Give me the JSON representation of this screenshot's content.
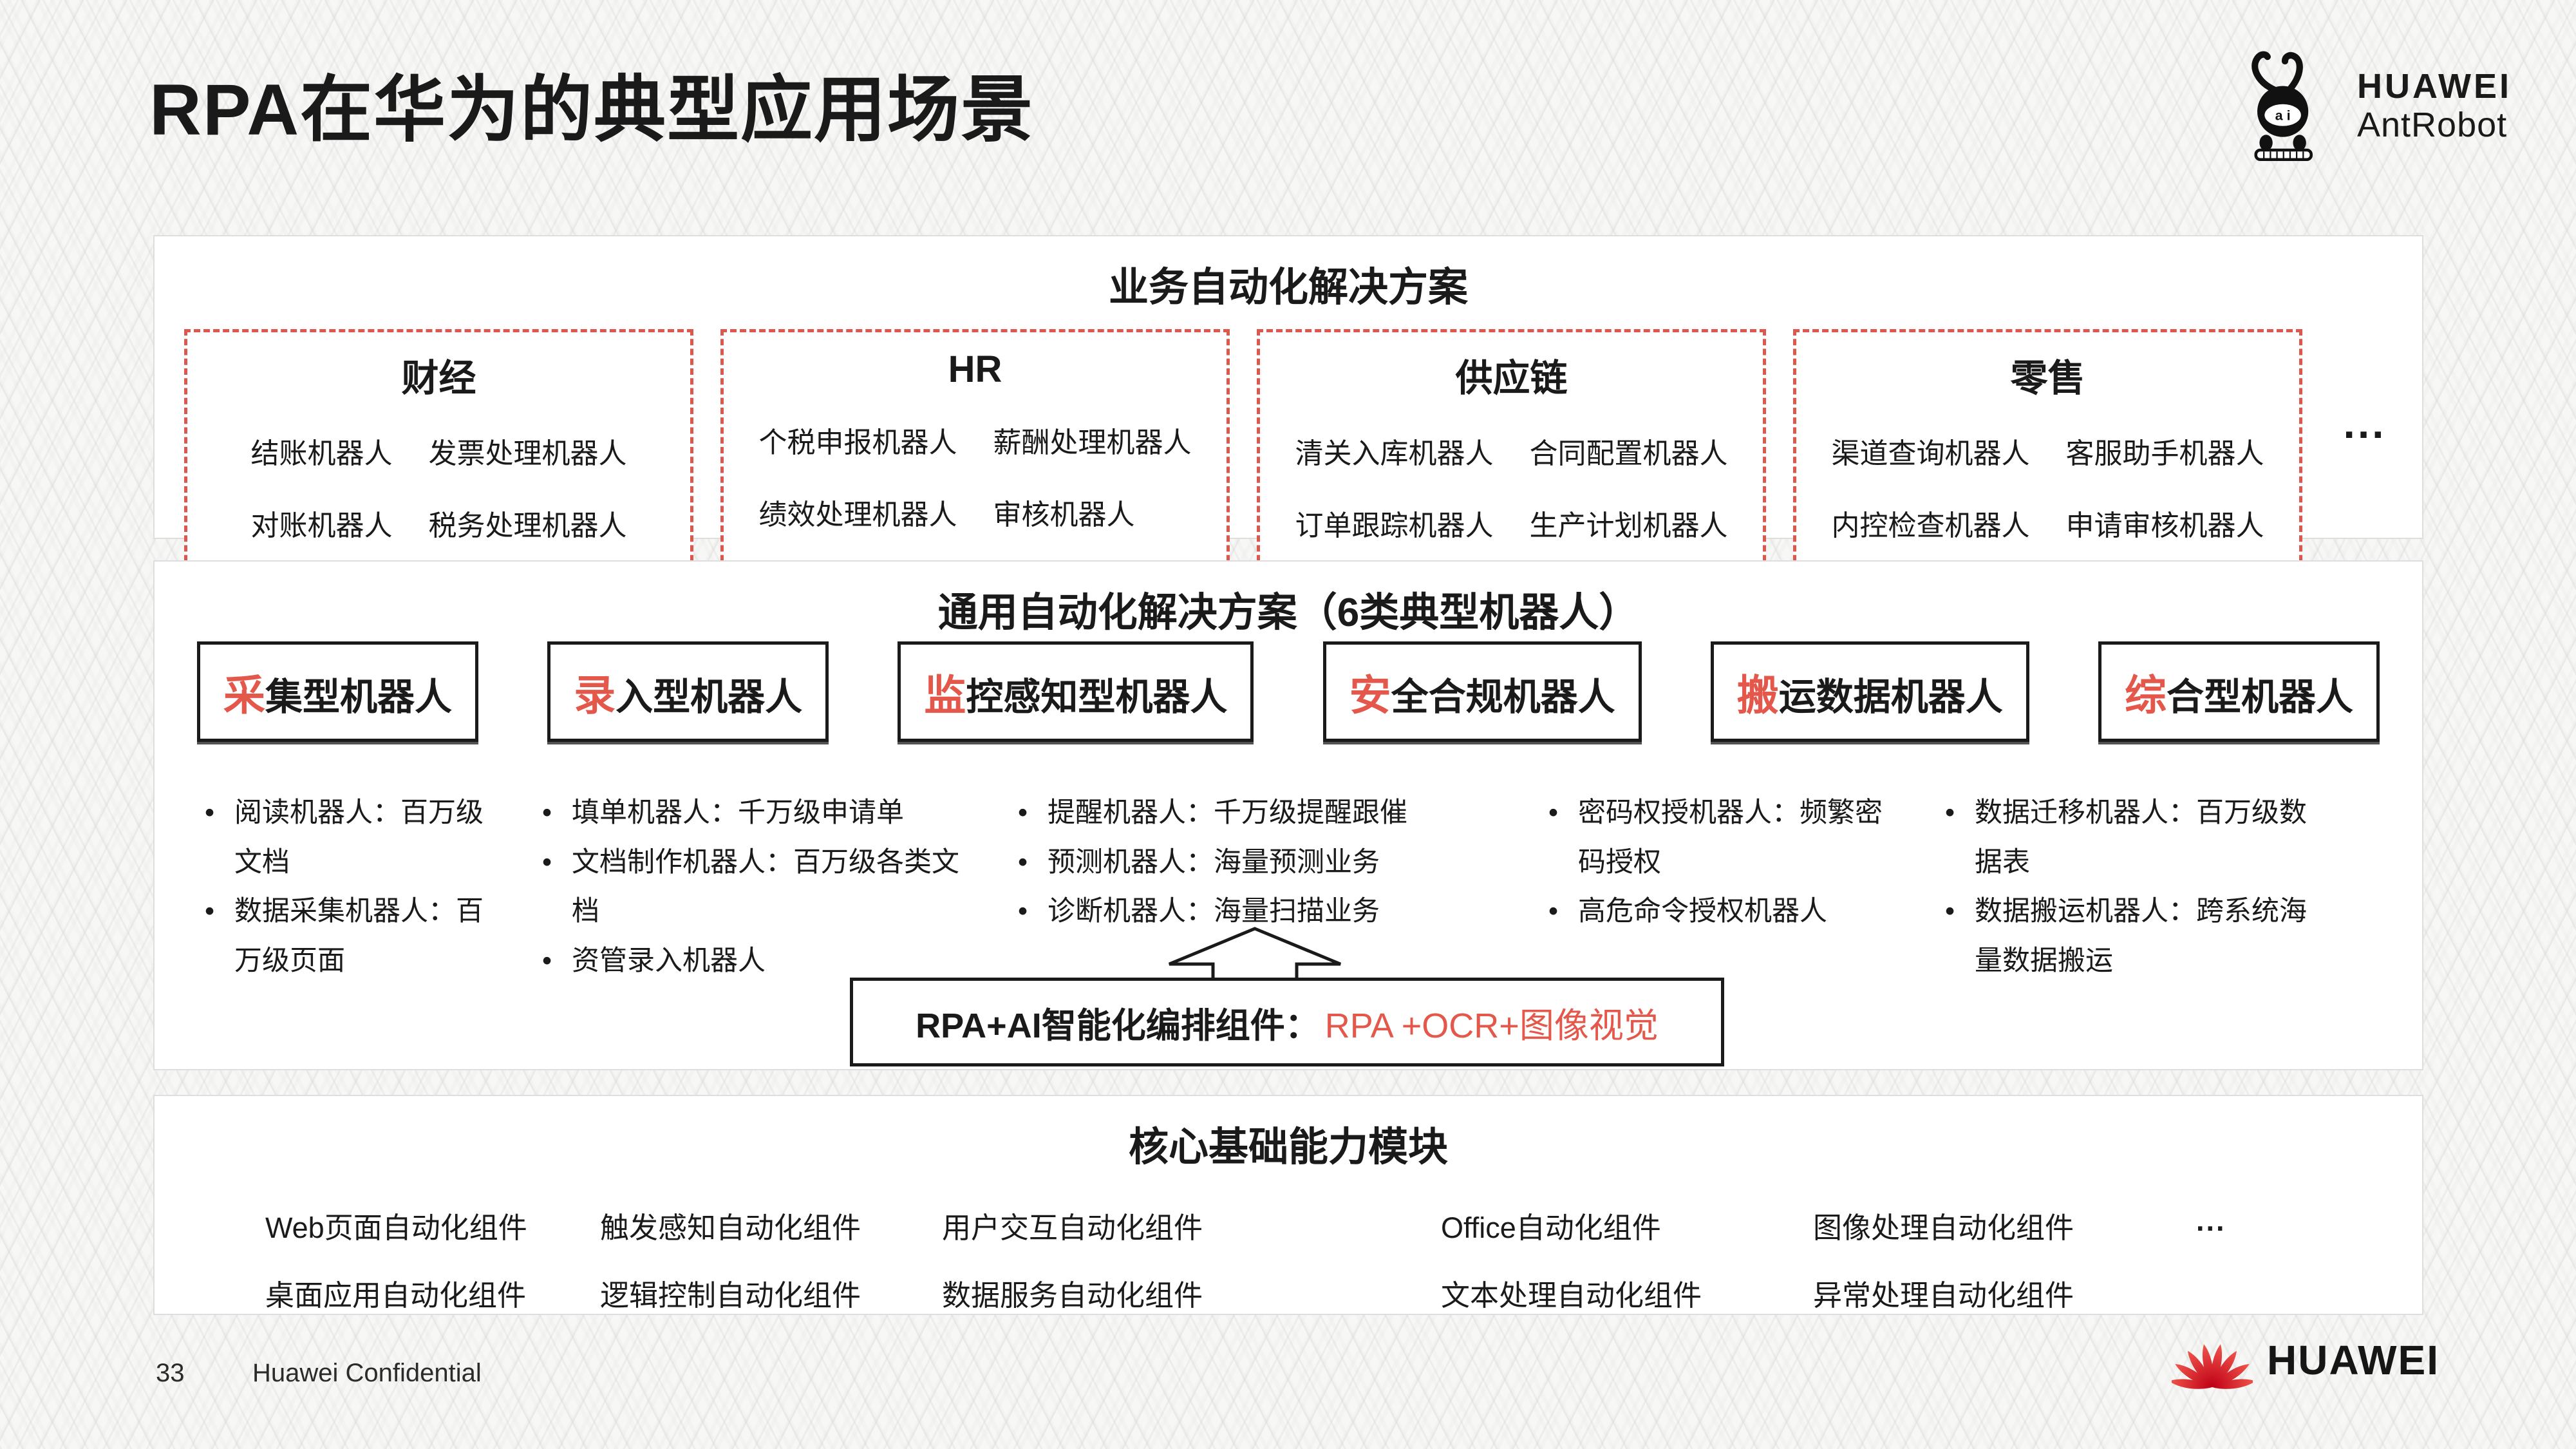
{
  "page": {
    "title": "RPA在华为的典型应用场景",
    "page_number": "33",
    "footer_note": "Huawei Confidential"
  },
  "logos": {
    "antrobot": {
      "line1": "HUAWEI",
      "line2": "AntRobot",
      "face_text": "a i"
    },
    "huawei": {
      "text": "HUAWEI"
    }
  },
  "colors": {
    "accent_red": "#E4584C",
    "dashed_red": "#DC574D",
    "huawei_red": "#CE0E2D",
    "text": "#1a1a1a"
  },
  "sections": {
    "business": {
      "title": "业务自动化解决方案",
      "more": "...",
      "domains": [
        {
          "name": "财经",
          "robots": [
            "结账机器人",
            "发票处理机器人",
            "对账机器人",
            "税务处理机器人"
          ]
        },
        {
          "name": "HR",
          "robots": [
            "个税申报机器人",
            "薪酬处理机器人",
            "绩效处理机器人",
            "审核机器人"
          ]
        },
        {
          "name": "供应链",
          "robots": [
            "清关入库机器人",
            "合同配置机器人",
            "订单跟踪机器人",
            "生产计划机器人"
          ]
        },
        {
          "name": "零售",
          "robots": [
            "渠道查询机器人",
            "客服助手机器人",
            "内控检查机器人",
            "申请审核机器人"
          ]
        }
      ]
    },
    "general": {
      "title": "通用自动化解决方案（6类典型机器人）",
      "bullet_char": "•",
      "robot_types": [
        {
          "highlight": "采",
          "rest": "集型机器人"
        },
        {
          "highlight": "录",
          "rest": "入型机器人"
        },
        {
          "highlight": "监",
          "rest": "控感知型机器人"
        },
        {
          "highlight": "安",
          "rest": "全合规机器人"
        },
        {
          "highlight": "搬",
          "rest": "运数据机器人"
        },
        {
          "highlight": "综",
          "rest": "合型机器人"
        }
      ],
      "bullet_columns": [
        {
          "items": [
            "阅读机器人：百万级文档",
            "数据采集机器人：百万级页面"
          ]
        },
        {
          "items": [
            "填单机器人：千万级申请单",
            "文档制作机器人：百万级各类文档",
            "资管录入机器人"
          ]
        },
        {
          "items": [
            "提醒机器人：千万级提醒跟催",
            "预测机器人：海量预测业务",
            "诊断机器人：海量扫描业务"
          ]
        },
        {
          "items": [
            "密码权授机器人：频繁密码授权",
            "高危命令授权机器人"
          ]
        },
        {
          "items": [
            "数据迁移机器人：百万级数据表",
            "数据搬运机器人：跨系统海量数据搬运"
          ]
        }
      ],
      "ai_box": {
        "label": "RPA+AI智能化编排组件：",
        "value": "RPA +OCR+图像视觉"
      }
    },
    "core": {
      "title": "核心基础能力模块",
      "row1": [
        "Web页面自动化组件",
        "触发感知自动化组件",
        "用户交互自动化组件",
        "Office自动化组件",
        "图像处理自动化组件"
      ],
      "row2": [
        "桌面应用自动化组件",
        "逻辑控制自动化组件",
        "数据服务自动化组件",
        "文本处理自动化组件",
        "异常处理自动化组件"
      ],
      "more": "..."
    }
  }
}
